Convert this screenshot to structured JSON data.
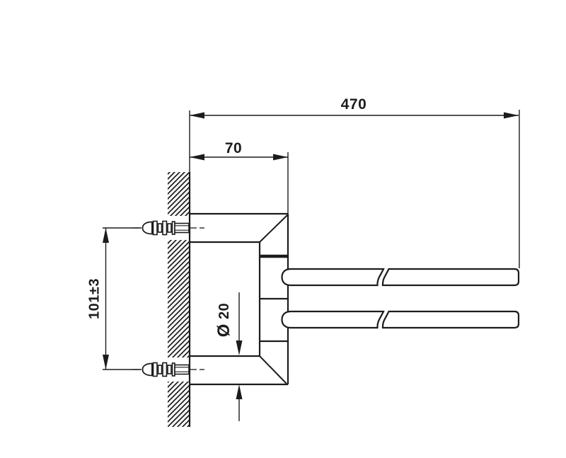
{
  "drawing": {
    "background_color": "#ffffff",
    "line_color": "#1c1c1c",
    "dimensions": {
      "overall_length": "470",
      "bracket_depth": "70",
      "mount_hole_spacing": "101±3",
      "bar_diameter_symbol": "Ø",
      "bar_diameter_value": " 20"
    }
  }
}
